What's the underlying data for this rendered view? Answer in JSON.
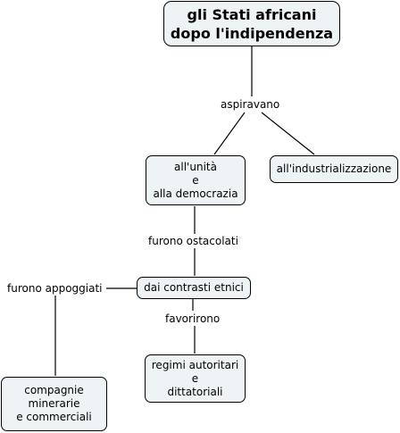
{
  "nodes": {
    "title": [
      "gli Stati africani",
      "dopo l'indipendenza"
    ],
    "unity": [
      "all'unità",
      "e",
      "alla democrazia"
    ],
    "industry": [
      "all'industrializzazione"
    ],
    "ethnic": [
      "dai contrasti etnici"
    ],
    "companies": [
      "compagnie",
      "minerarie",
      "e commerciali"
    ],
    "regimes": [
      "regimi autoritari",
      "e",
      "dittatoriali"
    ]
  },
  "links": {
    "aspiravano": "aspiravano",
    "ostacolati": "furono ostacolati",
    "appoggiati": "furono appoggiati",
    "favorirono": "favorirono"
  }
}
